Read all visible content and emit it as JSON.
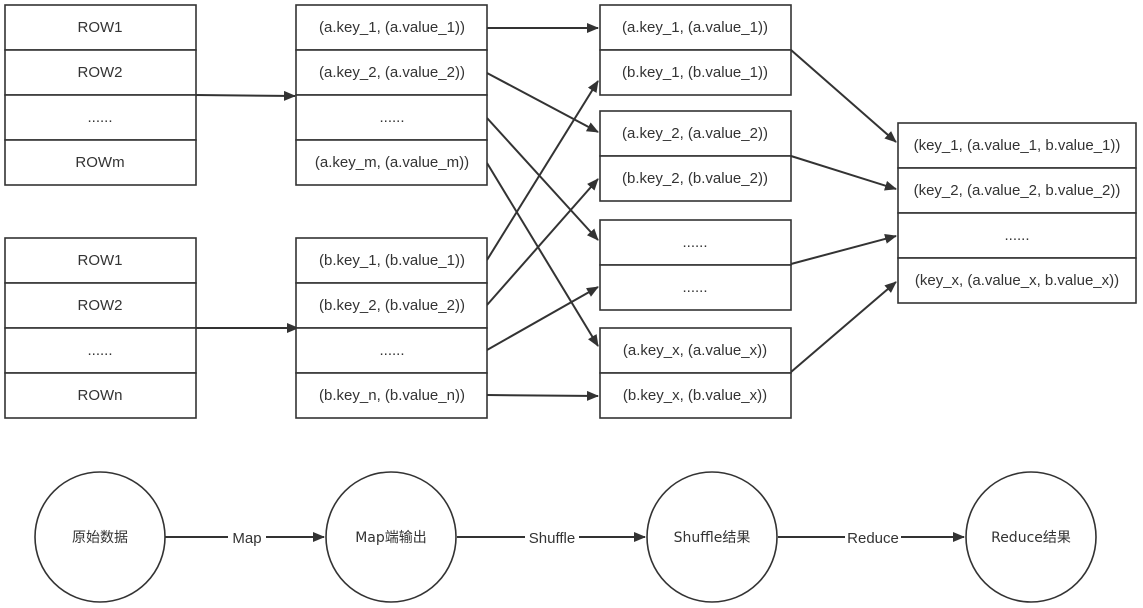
{
  "tables": {
    "a_raw": [
      "ROW1",
      "ROW2",
      "......",
      "ROWm"
    ],
    "b_raw": [
      "ROW1",
      "ROW2",
      "......",
      "ROWn"
    ],
    "a_map": [
      "(a.key_1, (a.value_1))",
      "(a.key_2, (a.value_2))",
      "......",
      "(a.key_m, (a.value_m))"
    ],
    "b_map": [
      "(b.key_1, (b.value_1))",
      "(b.key_2, (b.value_2))",
      "......",
      "(b.key_n, (b.value_n))"
    ],
    "shuffle_1": [
      "(a.key_1, (a.value_1))",
      "(b.key_1, (b.value_1))"
    ],
    "shuffle_2": [
      "(a.key_2, (a.value_2))",
      "(b.key_2, (b.value_2))"
    ],
    "shuffle_3": [
      "......",
      "......"
    ],
    "shuffle_4": [
      "(a.key_x, (a.value_x))",
      "(b.key_x, (b.value_x))"
    ],
    "reduce": [
      "(key_1, (a.value_1, b.value_1))",
      "(key_2, (a.value_2, b.value_2))",
      "......",
      "(key_x, (a.value_x, b.value_x))"
    ]
  },
  "stages": {
    "raw": "原始数据",
    "map_output": "Map端输出",
    "shuffle_result": "Shuffle结果",
    "reduce_result": "Reduce结果"
  },
  "transitions": {
    "map": "Map",
    "shuffle": "Shuffle",
    "reduce": "Reduce"
  },
  "colors": {
    "stroke": "#333333",
    "background": "#ffffff",
    "text": "#333333"
  }
}
